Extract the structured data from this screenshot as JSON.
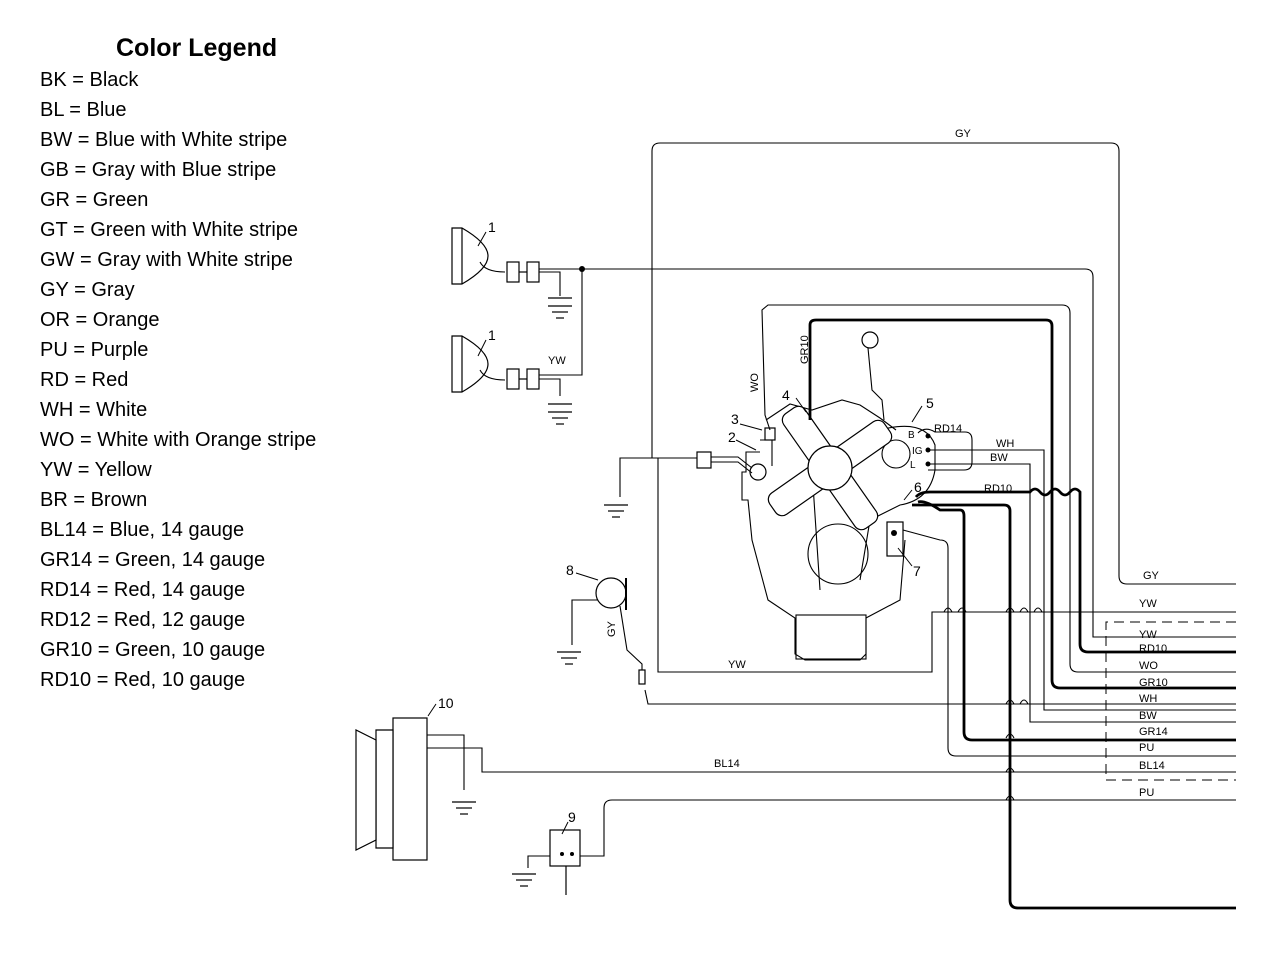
{
  "legend": {
    "title": "Color Legend",
    "items": [
      "BK = Black",
      "BL = Blue",
      "BW = Blue with White stripe",
      "GB = Gray with Blue stripe",
      "GR = Green",
      "GT = Green with White stripe",
      "GW = Gray with White stripe",
      "GY = Gray",
      "OR = Orange",
      "PU = Purple",
      "RD = Red",
      "WH = White",
      "WO = White with Orange stripe",
      "YW = Yellow",
      "BR = Brown",
      "BL14 = Blue, 14 gauge",
      "GR14 = Green, 14 gauge",
      "RD14 = Red, 14 gauge",
      "RD12 = Red, 12 gauge",
      "GR10 = Green, 10 gauge",
      "RD10 = Red, 10 gauge"
    ]
  },
  "diagram": {
    "component_numbers": {
      "headlight_top": "1",
      "headlight_bottom": "1",
      "c2": "2",
      "c3": "3",
      "c4": "4",
      "c5": "5",
      "c6": "6",
      "c7": "7",
      "c8": "8",
      "c9": "9",
      "c10": "10"
    },
    "terminals": {
      "b": "B",
      "ig": "IG",
      "l": "L"
    },
    "wire_labels": {
      "gy_top": "GY",
      "yw_lights": "YW",
      "wo_vertical": "WO",
      "gr10_vertical": "GR10",
      "rd14": "RD14",
      "wh_alt": "WH",
      "bw_alt": "BW",
      "rd10_alt": "RD10",
      "gy_sensor": "GY",
      "yw_bottom": "YW",
      "bl14": "BL14"
    },
    "harness_labels": [
      "GY",
      "YW",
      "YW",
      "RD10",
      "WO",
      "GR10",
      "WH",
      "BW",
      "GR14",
      "PU",
      "BL14",
      "PU"
    ]
  }
}
